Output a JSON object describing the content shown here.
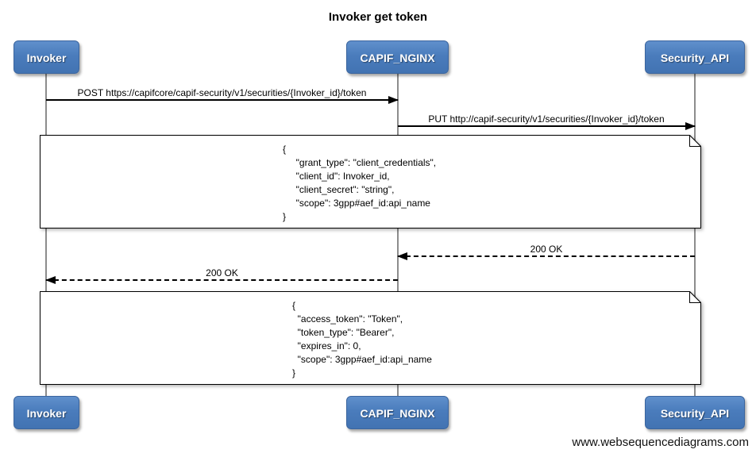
{
  "title": "Invoker get token",
  "actors": [
    {
      "name": "Invoker"
    },
    {
      "name": "CAPIF_NGINX"
    },
    {
      "name": "Security_API"
    }
  ],
  "messages": [
    {
      "label": "POST https://capifcore/capif-security/v1/securities/{Invoker_id}/token",
      "from": "Invoker",
      "to": "CAPIF_NGINX",
      "line": "solid"
    },
    {
      "label": "PUT http://capif-security/v1/securities/{Invoker_id}/token",
      "from": "CAPIF_NGINX",
      "to": "Security_API",
      "line": "solid"
    },
    {
      "label": "200 OK",
      "from": "Security_API",
      "to": "CAPIF_NGINX",
      "line": "dashed"
    },
    {
      "label": "200 OK",
      "from": "CAPIF_NGINX",
      "to": "Invoker",
      "line": "dashed"
    }
  ],
  "notes": [
    {
      "text": "{\n     \"grant_type\": \"client_credentials\",\n     \"client_id\": Invoker_id,\n     \"client_secret\": \"string\",\n     \"scope\": 3gpp#aef_id:api_name\n}"
    },
    {
      "text": "{\n  \"access_token\": \"Token\",\n  \"token_type\": \"Bearer\",\n  \"expires_in\": 0,\n  \"scope\": 3gpp#aef_id:api_name\n}"
    }
  ],
  "watermark": "www.websequencediagrams.com",
  "colors": {
    "actor_fill": "#4a7cbc",
    "actor_border": "#3b659e",
    "actor_text": "#ffffff",
    "lifeline": "#8c8c8c",
    "note_fill": "#ffffff",
    "line": "#000000",
    "background": "#ffffff"
  }
}
